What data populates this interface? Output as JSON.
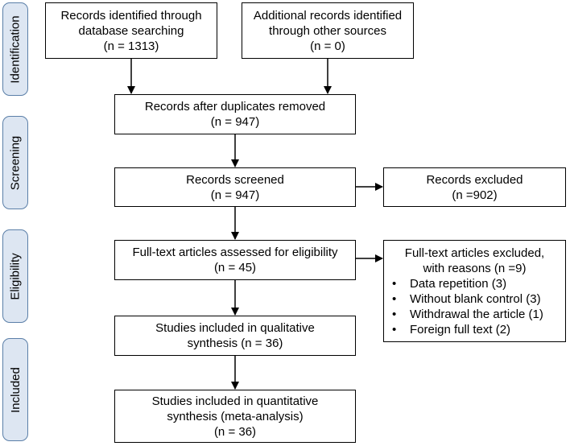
{
  "phases": {
    "identification": "Identification",
    "screening": "Screening",
    "eligibility": "Eligibility",
    "included": "Included"
  },
  "identified_database": {
    "line1": "Records identified through",
    "line2": "database searching",
    "line3": "(n = 1313)"
  },
  "identified_other": {
    "line1": "Additional records identified",
    "line2": "through other sources",
    "line3": "(n = 0)"
  },
  "after_duplicates": {
    "line1": "Records after duplicates removed",
    "line2": "(n = 947)"
  },
  "screened": {
    "line1": "Records screened",
    "line2": "(n = 947)"
  },
  "excluded": {
    "line1": "Records excluded",
    "line2": "(n =902)"
  },
  "fulltext_assessed": {
    "line1": "Full-text articles assessed for eligibility",
    "line2": "(n = 45)"
  },
  "fulltext_excluded": {
    "line1": "Full-text articles excluded,",
    "line2": "with reasons (n =9)",
    "reasons": [
      "Data repetition (3)",
      "Without blank control (3)",
      "Withdrawal the article (1)",
      "Foreign full text (2)"
    ]
  },
  "qualitative": {
    "line1": "Studies included in qualitative",
    "line2": "synthesis (n = 36)"
  },
  "quantitative": {
    "line1": "Studies included in quantitative",
    "line2": "synthesis (meta-analysis)",
    "line3": "(n = 36)"
  }
}
